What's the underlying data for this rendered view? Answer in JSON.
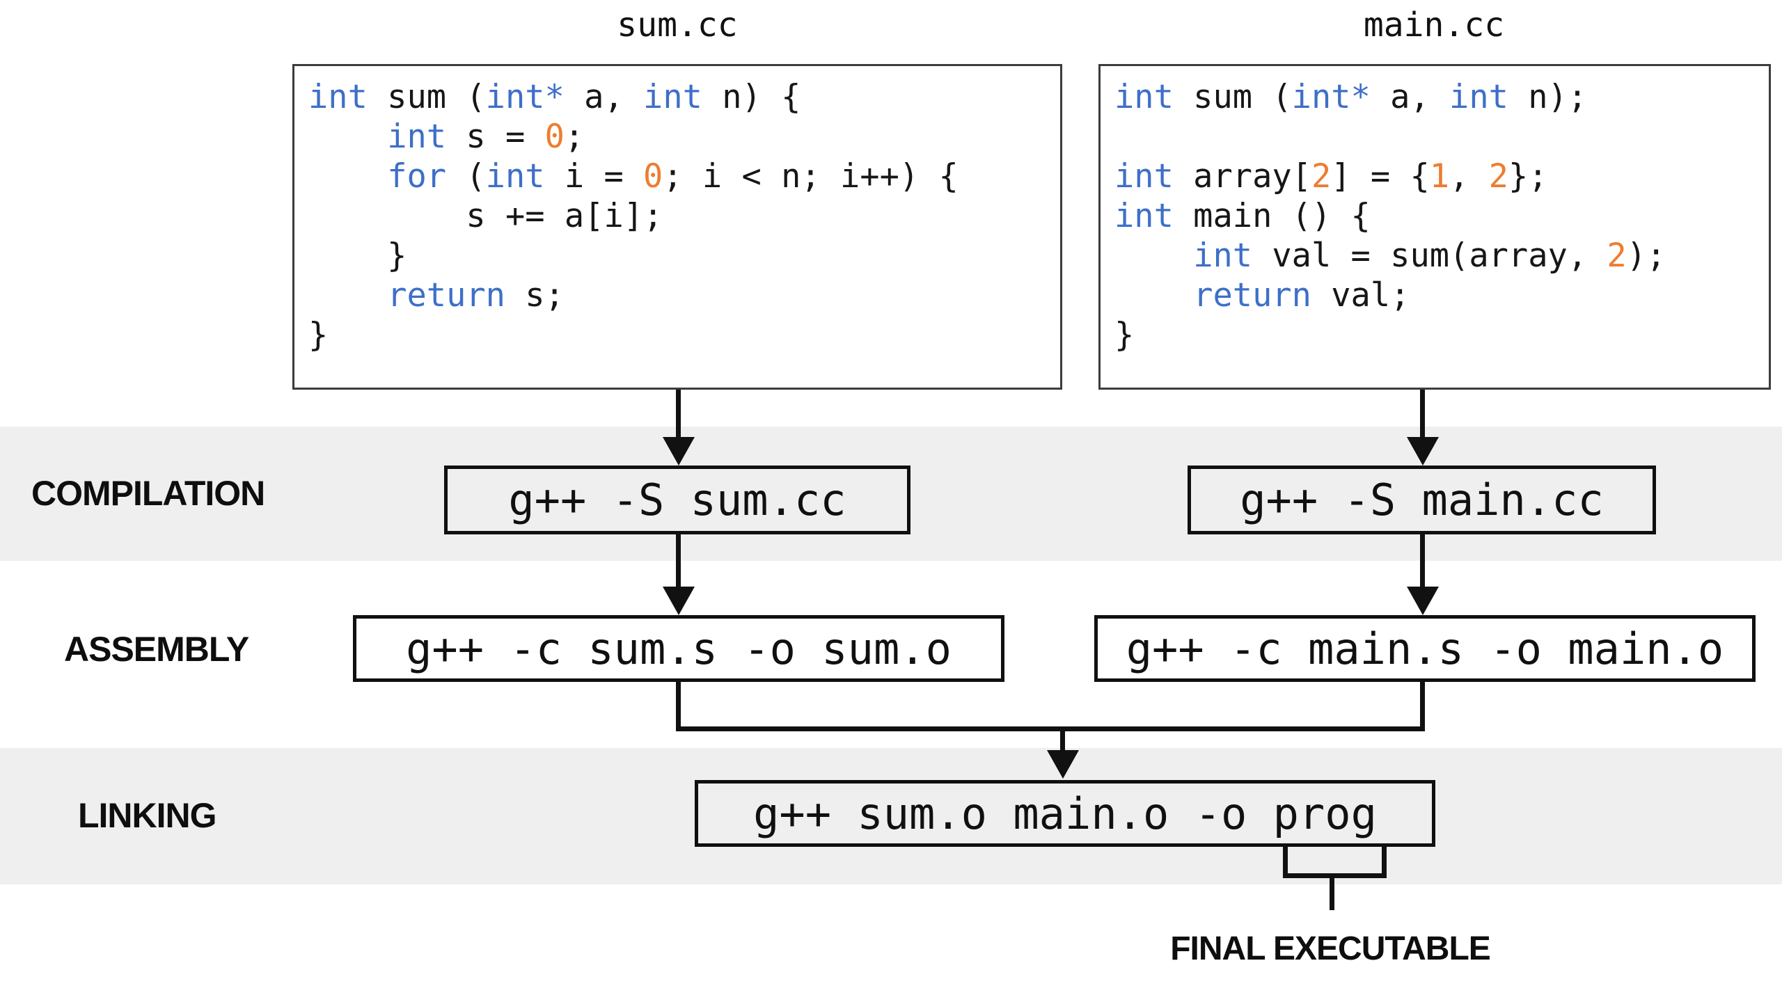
{
  "colors": {
    "keyword_blue": "#3e6fc8",
    "number_orange": "#ed7d31",
    "band_gray": "#efefef",
    "line_black": "#111111"
  },
  "files": {
    "sum": {
      "title": "sum.cc"
    },
    "main": {
      "title": "main.cc"
    }
  },
  "code": {
    "sum_cc": [
      [
        [
          "kw",
          "int"
        ],
        [
          "pl",
          " sum ("
        ],
        [
          "kw",
          "int*"
        ],
        [
          "pl",
          " a, "
        ],
        [
          "kw",
          "int"
        ],
        [
          "pl",
          " n) {"
        ]
      ],
      [
        [
          "pl",
          "    "
        ],
        [
          "kw",
          "int"
        ],
        [
          "pl",
          " s = "
        ],
        [
          "num",
          "0"
        ],
        [
          "pl",
          ";"
        ]
      ],
      [
        [
          "pl",
          "    "
        ],
        [
          "kw",
          "for"
        ],
        [
          "pl",
          " ("
        ],
        [
          "kw",
          "int"
        ],
        [
          "pl",
          " i = "
        ],
        [
          "num",
          "0"
        ],
        [
          "pl",
          "; i < n; i++) {"
        ]
      ],
      [
        [
          "pl",
          "        s += a[i];"
        ]
      ],
      [
        [
          "pl",
          "    }"
        ]
      ],
      [
        [
          "pl",
          "    "
        ],
        [
          "kw",
          "return"
        ],
        [
          "pl",
          " s;"
        ]
      ],
      [
        [
          "pl",
          "}"
        ]
      ]
    ],
    "main_cc": [
      [
        [
          "kw",
          "int"
        ],
        [
          "pl",
          " sum ("
        ],
        [
          "kw",
          "int*"
        ],
        [
          "pl",
          " a, "
        ],
        [
          "kw",
          "int"
        ],
        [
          "pl",
          " n);"
        ]
      ],
      [],
      [
        [
          "kw",
          "int"
        ],
        [
          "pl",
          " array["
        ],
        [
          "num",
          "2"
        ],
        [
          "pl",
          "] = {"
        ],
        [
          "num",
          "1"
        ],
        [
          "pl",
          ", "
        ],
        [
          "num",
          "2"
        ],
        [
          "pl",
          "};"
        ]
      ],
      [
        [
          "kw",
          "int"
        ],
        [
          "pl",
          " main () {"
        ]
      ],
      [
        [
          "pl",
          "    "
        ],
        [
          "kw",
          "int"
        ],
        [
          "pl",
          " val = sum(array, "
        ],
        [
          "num",
          "2"
        ],
        [
          "pl",
          ");"
        ]
      ],
      [
        [
          "pl",
          "    "
        ],
        [
          "kw",
          "return"
        ],
        [
          "pl",
          " val;"
        ]
      ],
      [
        [
          "pl",
          "}"
        ]
      ]
    ],
    "blank_line_char": " "
  },
  "stages": {
    "compilation": {
      "label": "COMPILATION",
      "sum_command": "g++ -S sum.cc",
      "main_command": "g++ -S main.cc"
    },
    "assembly": {
      "label": "ASSEMBLY",
      "sum_command": "g++ -c sum.s -o sum.o",
      "main_command": "g++ -c main.s -o main.o"
    },
    "linking": {
      "label": "LINKING",
      "command": "g++ sum.o main.o -o prog"
    }
  },
  "final_executable_label": "FINAL EXECUTABLE"
}
